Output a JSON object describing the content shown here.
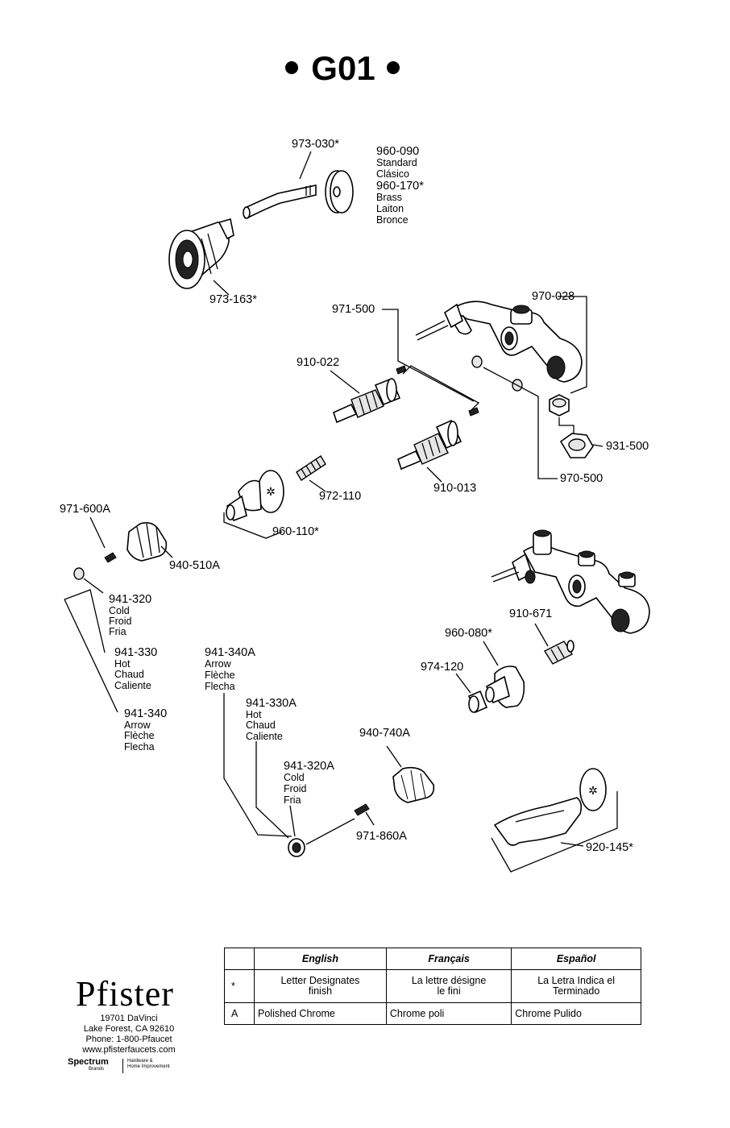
{
  "title": "G01",
  "parts": {
    "p973030": "973-030*",
    "p960090": "960-090",
    "p960090_a": "Standard",
    "p960090_b": "Clásico",
    "p960170": "960-170*",
    "p960170_a": "Brass",
    "p960170_b": "Laiton",
    "p960170_c": "Bronce",
    "p973163": "973-163*",
    "p970028": "970-028",
    "p971500": "971-500",
    "p910022": "910-022",
    "p931500": "931-500",
    "p970500": "970-500",
    "p972110": "972-110",
    "p910013": "910-013",
    "p960110": "960-110*",
    "p971600A": "971-600A",
    "p940510A": "940-510A",
    "p941320": "941-320",
    "p941320_a": "Cold",
    "p941320_b": "Froid",
    "p941320_c": "Fria",
    "p941330": "941-330",
    "p941330_a": "Hot",
    "p941330_b": "Chaud",
    "p941330_c": "Caliente",
    "p941340": "941-340",
    "p941340_a": "Arrow",
    "p941340_b": "Flèche",
    "p941340_c": "Flecha",
    "p941340A": "941-340A",
    "p941340A_a": "Arrow",
    "p941340A_b": "Flèche",
    "p941340A_c": "Flecha",
    "p941330A": "941-330A",
    "p941330A_a": "Hot",
    "p941330A_b": "Chaud",
    "p941330A_c": "Caliente",
    "p941320A": "941-320A",
    "p941320A_a": "Cold",
    "p941320A_b": "Froid",
    "p941320A_c": "Fria",
    "p940740A": "940-740A",
    "p971860A": "971-860A",
    "p910671": "910-671",
    "p960080": "960-080*",
    "p974120": "974-120",
    "p920145": "920-145*"
  },
  "legend": {
    "headers": [
      "English",
      "Français",
      "Español"
    ],
    "rows": [
      {
        "symbol": "*",
        "en1": "Letter Designates",
        "en2": "finish",
        "fr1": "La lettre désigne",
        "fr2": "le fini",
        "es1": "La Letra Indica el",
        "es2": "Terminado"
      },
      {
        "symbol": "A",
        "en": "Polished Chrome",
        "fr": "Chrome poli",
        "es": "Chrome Pulido"
      }
    ]
  },
  "brand": {
    "logo": "Pfister",
    "address1": "19701 DaVinci",
    "address2": "Lake Forest, CA 92610",
    "phone": "Phone: 1-800-Pfaucet",
    "web": "www.pfisterfaucets.com",
    "spectrum": "Spectrum",
    "spectrum_sub": "Brands",
    "tagline1": "Hardware &",
    "tagline2": "Home Improvement"
  }
}
